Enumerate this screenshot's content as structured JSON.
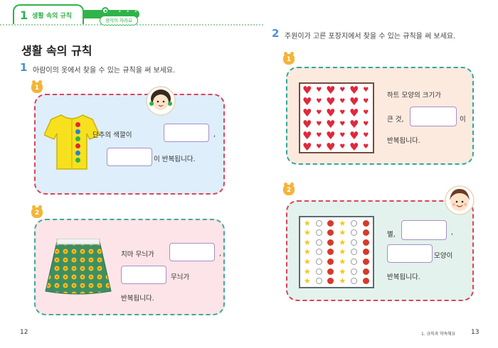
{
  "header": {
    "chapter_number": "1",
    "chapter_title": "생활 속의 규칙",
    "badge": "생각이 자라요"
  },
  "left_page": {
    "section_title": "생활 속의 규칙",
    "question1": {
      "number": "1",
      "text": "아람이의 옷에서 찾을 수 있는 규칙을 써 보세요."
    },
    "sub1": {
      "badge": "1",
      "line1_text": "단추의 색깔이",
      "comma": ",",
      "line2_text": "이 반복됩니다."
    },
    "sub2": {
      "badge": "2",
      "line1_text": "치마 무늬가",
      "comma": ",",
      "line2_text": "무늬가",
      "line3_text": "반복됩니다."
    },
    "page_number": "12"
  },
  "right_page": {
    "question2": {
      "number": "2",
      "text": "주원이가 고른 포장지에서 찾을 수 있는 규칙을 써 보세요."
    },
    "sub1": {
      "badge": "1",
      "line1_text": "하트 모양의 크기가",
      "line2_text": "큰 것,",
      "line2_after": "이",
      "line3_text": "반복됩니다."
    },
    "sub2": {
      "badge": "2",
      "line1_text": "별,",
      "comma": ",",
      "line2_after": "모양이",
      "line3_text": "반복됩니다."
    },
    "footer_text": "1. 규칙과 약속해요",
    "page_number": "13"
  },
  "icons": {
    "heart_color": "#e0283c",
    "star_color": "#f5c518",
    "apple_color": "#d63a2a",
    "button_colors": [
      "#e0283c",
      "#2b7fd6",
      "#2fb34a"
    ]
  }
}
